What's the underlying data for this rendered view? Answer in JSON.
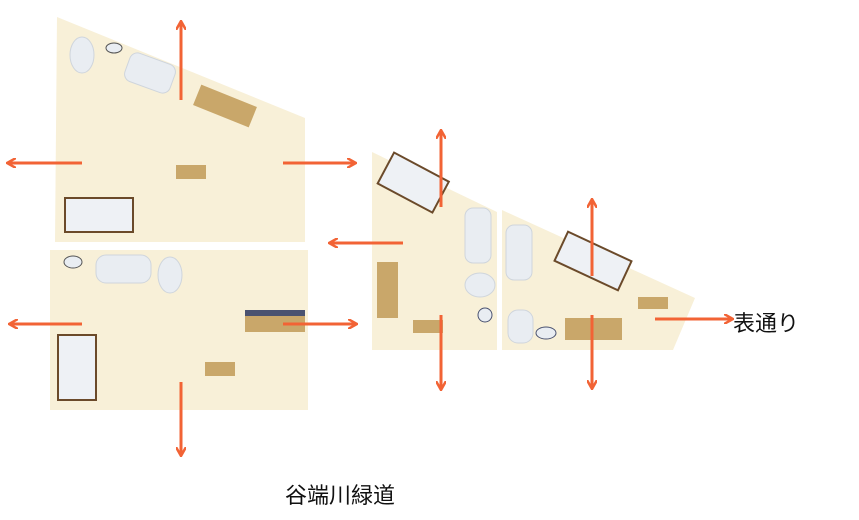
{
  "labels": {
    "street": "表通り",
    "greenway": "谷端川緑道"
  },
  "colors": {
    "floor": "#f8f0d8",
    "arrow": "#f26335",
    "furniture_white": "#e9edf2",
    "wood": "#c9a76a"
  },
  "units": [
    "top-left-unit",
    "bottom-left-unit",
    "middle-unit",
    "right-unit"
  ]
}
